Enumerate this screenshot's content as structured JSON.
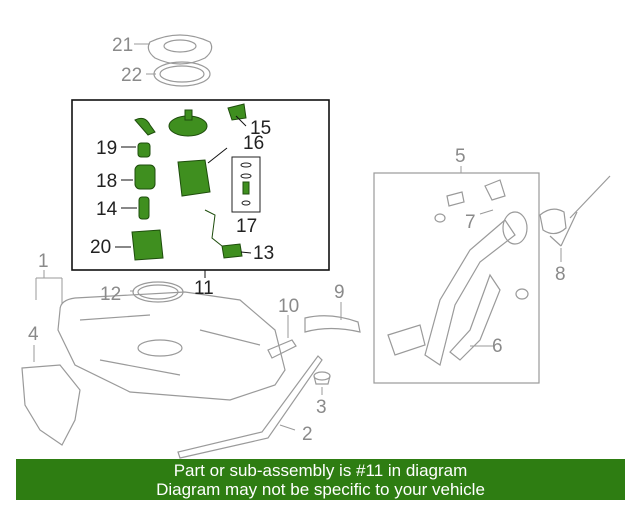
{
  "diagram": {
    "callouts": {
      "c1": "1",
      "c2": "2",
      "c3": "3",
      "c4": "4",
      "c5": "5",
      "c6": "6",
      "c7": "7",
      "c8": "8",
      "c9": "9",
      "c10": "10",
      "c11": "11",
      "c12": "12",
      "c13": "13",
      "c14": "14",
      "c15": "15",
      "c16": "16",
      "c17": "17",
      "c18": "18",
      "c19": "19",
      "c20": "20",
      "c21": "21",
      "c22": "22"
    },
    "colors": {
      "highlight": "#2e7d12",
      "part_fill": "#3f8f1f",
      "outline": "#333333",
      "faded": "#9a9a9a"
    }
  },
  "banner": {
    "line1": "Part or sub-assembly is #11 in diagram",
    "line2": "Diagram may not be specific to your vehicle"
  }
}
